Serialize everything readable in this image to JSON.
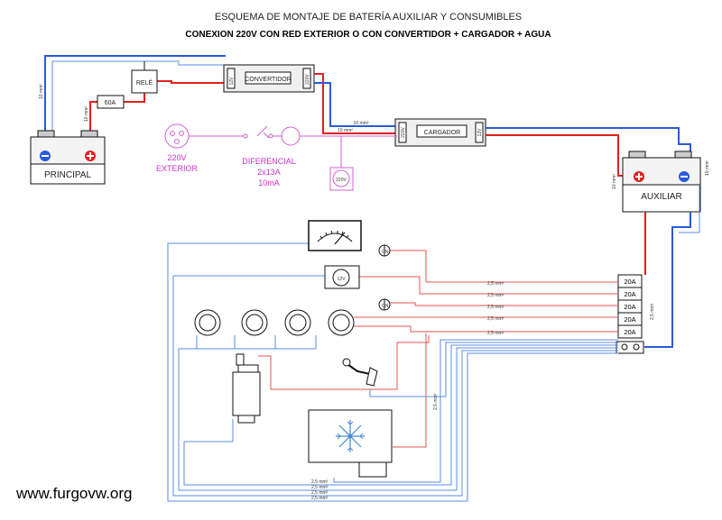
{
  "title": "ESQUEMA DE MONTAJE DE BATERÍA AUXILIAR Y CONSUMIBLES",
  "subtitle": "CONEXION 220V CON RED EXTERIOR O CON CONVERTIDOR + CARGADOR + AGUA",
  "components": {
    "rele": "RELÉ",
    "fuse_60a": "60A",
    "bateria_principal": "PRINCIPAL",
    "bateria_auxiliar": "AUXILIAR",
    "convertidor_name": "CONVERTIDOR",
    "convertidor_in": "12V",
    "convertidor_out": "220V",
    "cargador_name": "CARGADOR",
    "cargador_in": "220V",
    "cargador_out": "12V",
    "toma_exterior_v": "220V",
    "toma_exterior_lbl": "EXTERIOR",
    "diferencial_name": "DIFERENCIAL",
    "diferencial_spec1": "2x13A",
    "diferencial_spec2": "10mA",
    "enchufe_220": "220V",
    "toma_12v": "12V"
  },
  "wire_labels": {
    "w10_rele": "10 mm²",
    "w10_principal": "10 mm²",
    "w10_cargador": "10 mm²",
    "w10_cargador2": "10 mm²",
    "w10_aux_pos": "10 mm²",
    "w10_aux_neg": "10 mm²",
    "w25_a": "2,5 mm²",
    "w25_b": "2,5 mm²",
    "w25_c": "2,5 mm²",
    "w25_d": "2,5 mm²",
    "w25_e": "2,5 mm²",
    "w25_vert": "2,5 mm²",
    "w25_fridge": "2,5 mm²",
    "w25_bot1": "2,5 mm²",
    "w25_bot2": "2,5 mm²",
    "w25_bot3": "2,5 mm²",
    "w25_bot4": "2,5 mm²"
  },
  "fuses": [
    "20A",
    "20A",
    "20A",
    "20A",
    "20A"
  ],
  "switch_label": "ON",
  "watermark": "www.furgovw.org"
}
